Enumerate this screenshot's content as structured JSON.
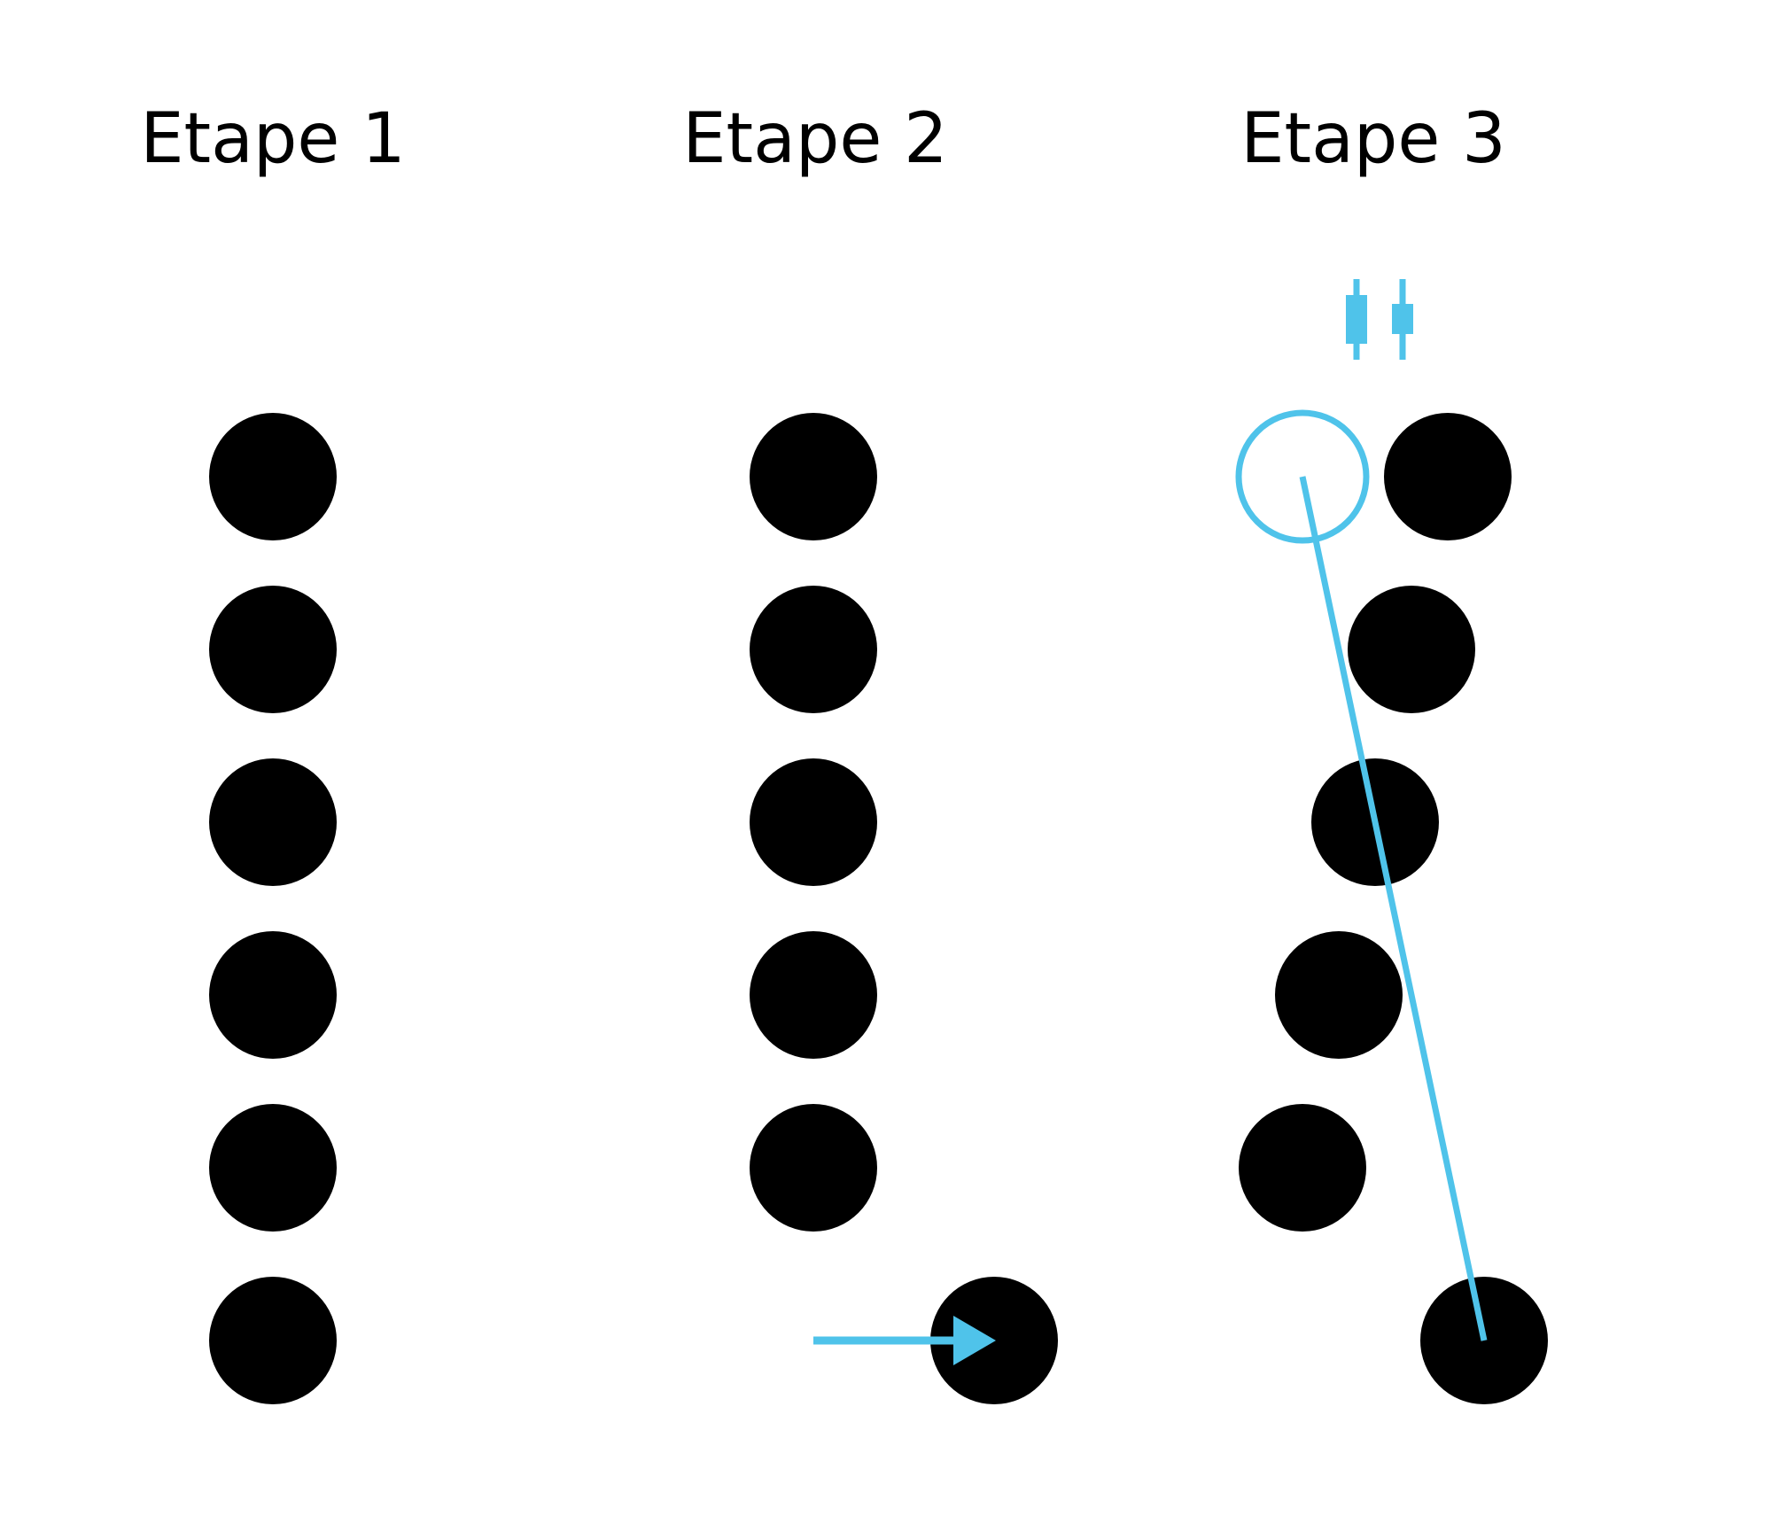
{
  "stages": [
    {
      "title": "Etape 1"
    },
    {
      "title": "Etape 2"
    },
    {
      "title": "Etape 3"
    }
  ],
  "colors": {
    "dot": "#000000",
    "accent": "#4fc3ea",
    "background": "#ffffff"
  },
  "diagram": {
    "stage1": {
      "dots": 6
    },
    "stage2": {
      "dots_in_column": 5,
      "moved_dots": 1,
      "arrow": "horizontal arrow pointing right to the moved dot"
    },
    "stage3": {
      "dots_on_diagonal": 6,
      "ghost_position_count": 1,
      "symbol": "two blue bracket marks above the column"
    }
  }
}
